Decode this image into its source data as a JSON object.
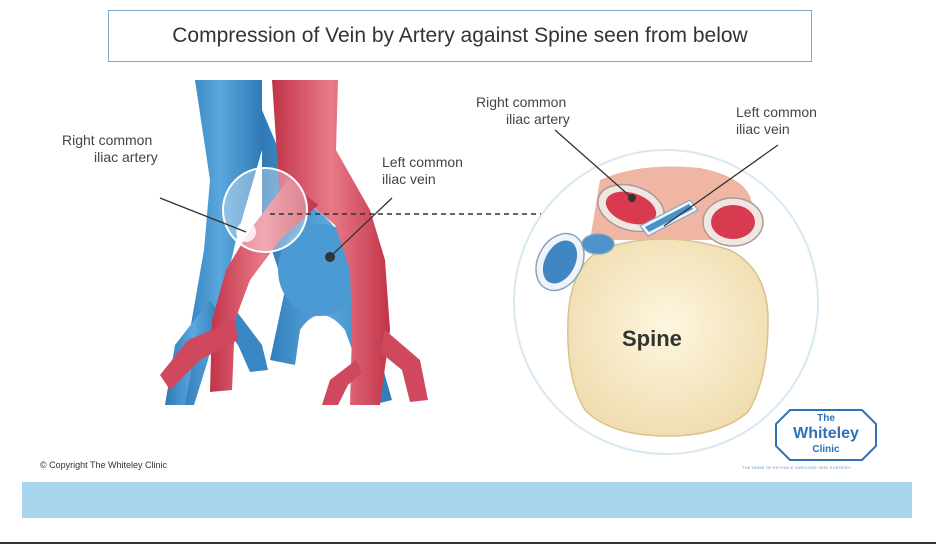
{
  "title": "Compression of Vein by Artery against Spine seen from below",
  "labels": {
    "left_artery": [
      "Right common",
      "iliac artery"
    ],
    "left_vein": [
      "Left common",
      "iliac vein"
    ],
    "right_artery": [
      "Right common",
      "iliac artery"
    ],
    "right_vein": [
      "Left common",
      "iliac vein"
    ],
    "spine": "Spine"
  },
  "copyright": "© Copyright The Whiteley Clinic",
  "logo": {
    "line1": "The",
    "line2": "Whiteley",
    "line3": "Clinic",
    "tagline": "THE HOME OF KEYHOLE VARICOSE VEIN SURGERY"
  },
  "colors": {
    "artery": "#d8435a",
    "vein": "#3e8fcb",
    "spine": "#fbf0cf",
    "band": "#a9d5ef",
    "border": "#7fa7c9"
  }
}
